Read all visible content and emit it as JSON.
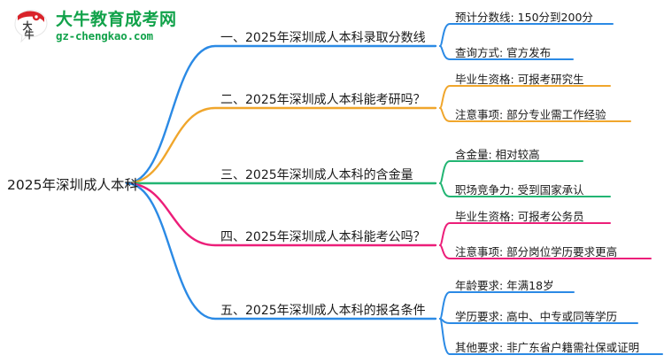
{
  "logo": {
    "mark_text": "大牛",
    "title": "大牛教育成考网",
    "subtitle": "gz-chengkao.com",
    "brand_color": "#11a24a",
    "mark_color": "#d9232a"
  },
  "mindmap": {
    "root": {
      "label": "2025年深圳成人本科"
    },
    "branches": [
      {
        "label": "一、2025年深圳成人本科录取分数线",
        "color": "#2b8ae5",
        "children": [
          {
            "label": "预计分数线: 150分到200分"
          },
          {
            "label": "查询方式: 官方发布"
          }
        ]
      },
      {
        "label": "二、2025年深圳成人本科能考研吗？",
        "color": "#f0a62c",
        "children": [
          {
            "label": "毕业生资格: 可报考研究生"
          },
          {
            "label": "注意事项: 部分专业需工作经验"
          }
        ]
      },
      {
        "label": "三、2025年深圳成人本科的含金量",
        "color": "#22b573",
        "children": [
          {
            "label": "含金量: 相对较高"
          },
          {
            "label": "职场竞争力: 受到国家承认"
          }
        ]
      },
      {
        "label": "四、2025年深圳成人本科能考公吗？",
        "color": "#ec1e79",
        "children": [
          {
            "label": "毕业生资格: 可报考公务员"
          },
          {
            "label": "注意事项: 部分岗位学历要求更高"
          }
        ]
      },
      {
        "label": "五、2025年深圳成人本科的报名条件",
        "color": "#2b8ae5",
        "children": [
          {
            "label": "年龄要求: 年满18岁"
          },
          {
            "label": "学历要求: 高中、中专或同等学历"
          },
          {
            "label": "其他要求: 非广东省户籍需社保或证明"
          }
        ]
      }
    ]
  }
}
